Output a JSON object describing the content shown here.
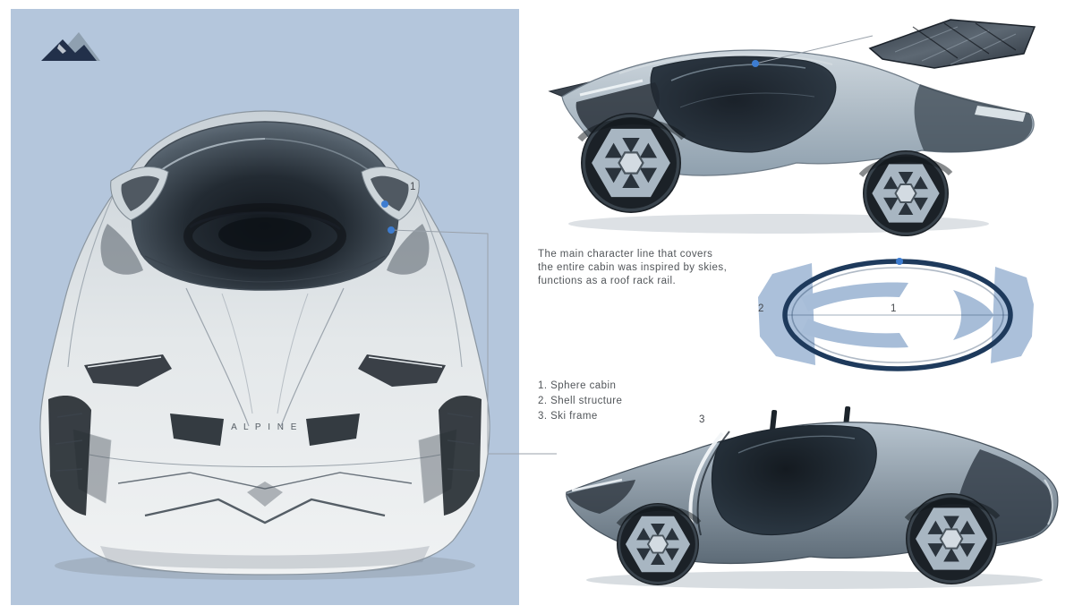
{
  "colors": {
    "panel_blue": "#b4c6dc",
    "accent_dot": "#3d7cd0",
    "connector_line": "#9aa2ab",
    "diagram_blue": "#a7bdd8",
    "diagram_ring": "#1e3a5c",
    "text": "#515559"
  },
  "front_view": {
    "callout_label": "1",
    "badge": "A L P I N E"
  },
  "top_view": {
    "label_cabin": "1",
    "label_shell": "2"
  },
  "rear_view": {
    "callout_label": "3"
  },
  "annotation": {
    "line1": "The main character line that covers",
    "line2": "the entire cabin was inspired by skies,",
    "line3": "functions as a roof rack rail."
  },
  "legend": {
    "items": [
      "1. Sphere cabin",
      "2. Shell structure",
      "3. Ski frame"
    ]
  }
}
